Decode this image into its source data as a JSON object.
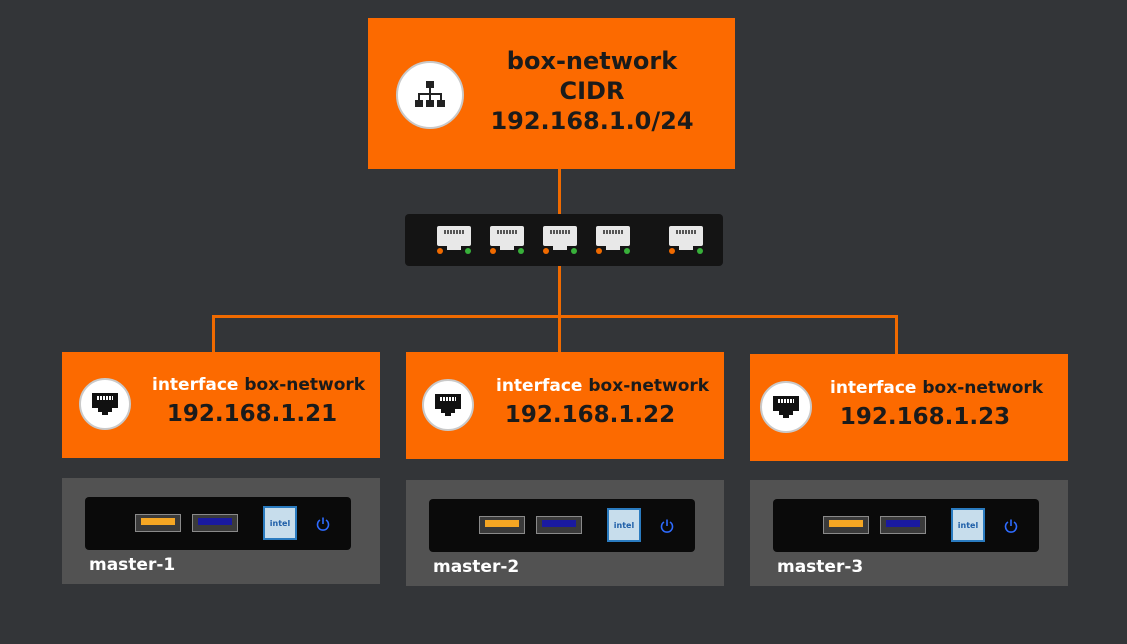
{
  "network": {
    "name": "box-network",
    "cidr_label": "CIDR",
    "cidr": "192.168.1.0/24",
    "icon": "network-hierarchy-icon"
  },
  "switch": {
    "ports": 5,
    "icon": "ethernet-port-icon"
  },
  "interfaces": [
    {
      "prefix": "interface",
      "network": "box-network",
      "ip": "192.168.1.21",
      "icon": "ethernet-port-icon"
    },
    {
      "prefix": "interface",
      "network": "box-network",
      "ip": "192.168.1.22",
      "icon": "ethernet-port-icon"
    },
    {
      "prefix": "interface",
      "network": "box-network",
      "ip": "192.168.1.23",
      "icon": "ethernet-port-icon"
    }
  ],
  "hosts": [
    {
      "name": "master-1",
      "cpu_badge": "intel"
    },
    {
      "name": "master-2",
      "cpu_badge": "intel"
    },
    {
      "name": "master-3",
      "cpu_badge": "intel"
    }
  ],
  "colors": {
    "background": "#333538",
    "accent": "#fc6a00",
    "switch": "#141414",
    "host_panel": "#525252"
  }
}
